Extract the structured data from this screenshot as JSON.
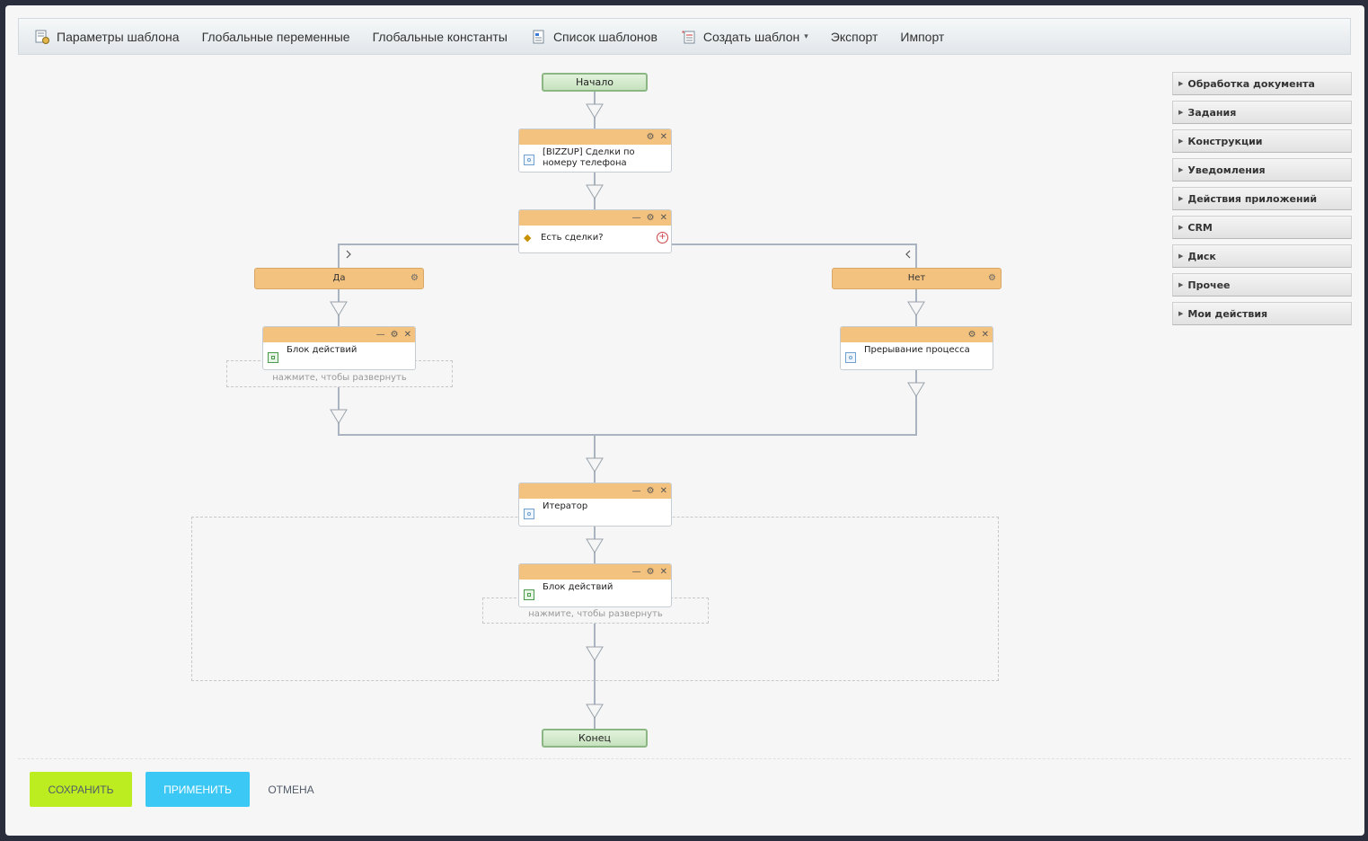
{
  "toolbar": {
    "items": [
      {
        "label": "Параметры шаблона",
        "icon": "template-settings-icon"
      },
      {
        "label": "Глобальные переменные"
      },
      {
        "label": "Глобальные константы"
      },
      {
        "label": "Список шаблонов",
        "icon": "template-list-icon"
      },
      {
        "label": "Создать шаблон",
        "icon": "create-template-icon",
        "has_dropdown": true
      },
      {
        "label": "Экспорт"
      },
      {
        "label": "Импорт"
      }
    ]
  },
  "diagram": {
    "start": "Начало",
    "end": "Конец",
    "activity1": "[BIZZUP] Сделки по номеру телефона",
    "condition": "Есть сделки?",
    "branch_yes": "Да",
    "branch_no": "Нет",
    "yes_block": "Блок действий",
    "expand_hint": "нажмите, чтобы развернуть",
    "no_activity": "Прерывание процесса",
    "iterator": "Итератор",
    "iter_block": "Блок действий",
    "iter_expand_hint": "нажмите, чтобы развернуть"
  },
  "sidebar": {
    "items": [
      {
        "label": "Обработка документа"
      },
      {
        "label": "Задания"
      },
      {
        "label": "Конструкции"
      },
      {
        "label": "Уведомления"
      },
      {
        "label": "Действия приложений"
      },
      {
        "label": "CRM"
      },
      {
        "label": "Диск"
      },
      {
        "label": "Прочее"
      },
      {
        "label": "Мои действия"
      }
    ]
  },
  "footer": {
    "save": "СОХРАНИТЬ",
    "apply": "ПРИМЕНИТЬ",
    "cancel": "ОТМЕНА"
  },
  "colors": {
    "activity_header": "#f3c27e",
    "node_green": "#c6e2bd",
    "save_button": "#bbed21",
    "apply_button": "#3bc8f5",
    "connector": "#a9b4c0"
  }
}
